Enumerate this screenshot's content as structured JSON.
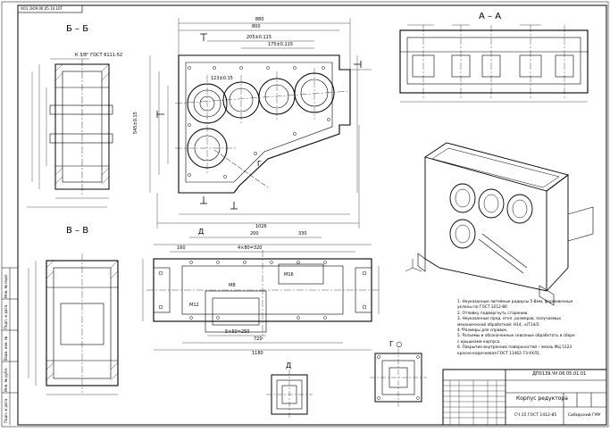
{
  "drawing": {
    "code_top": "ХО1 1Ю9.06.05.10.10Т",
    "sections": {
      "bb": "Б – Б",
      "aa": "А – А",
      "vv": "В – В",
      "d": "Д",
      "g": "Г",
      "go": "Г ○"
    },
    "dims": {
      "overall_len": "880",
      "upper_len": "800",
      "inner_a": "205±0.115",
      "inner_b": "175±0.115",
      "inner_c": "123±0.15",
      "height_main": "545±0.15",
      "width_bottom": "1026",
      "plan_200": "200",
      "plan_160": "160",
      "plan_330": "330",
      "plan_1180": "1180",
      "plan_720": "720",
      "plan_5x50": "5×50=250",
      "plan_8x50": "4×80=320",
      "gost_bb": "К 3/8\" ГОСТ 6111-52",
      "m16": "M16",
      "m8": "M8",
      "m12": "M12"
    },
    "notes": [
      "1. Неуказанные литейные радиусы 5-8мм, формовочные",
      "   уклоны по ГОСТ 3212-80",
      "2. Отливку подвергнуть старению.",
      "3. Неуказанные пред. откл. размеров, получаемых",
      "   механической обработкой: H14, ±IT14/2.",
      "4.*Размеры для справок.",
      "5. Разъемы и обозначенные сквозные обработать в сборе",
      "   с крышками корпуса.",
      "6. Покрытие внутренних поверхностей – эмаль МЦ 5123",
      "   красно-коричневая ГОСТ 11462-73-УХЛ1."
    ],
    "title_block": {
      "doc_code": "ДП0139.ЧУ.06.05.01.01",
      "name": "Корпус редуктора",
      "material": "СЧ 15 ГОСТ 1412-85",
      "org": "Сибирский ГМУ"
    },
    "side_frame_labels": [
      "Инв. № подл.",
      "Подп. и дата",
      "Взам. инв. №",
      "Инв. № дубл.",
      "Подп. и дата"
    ]
  }
}
